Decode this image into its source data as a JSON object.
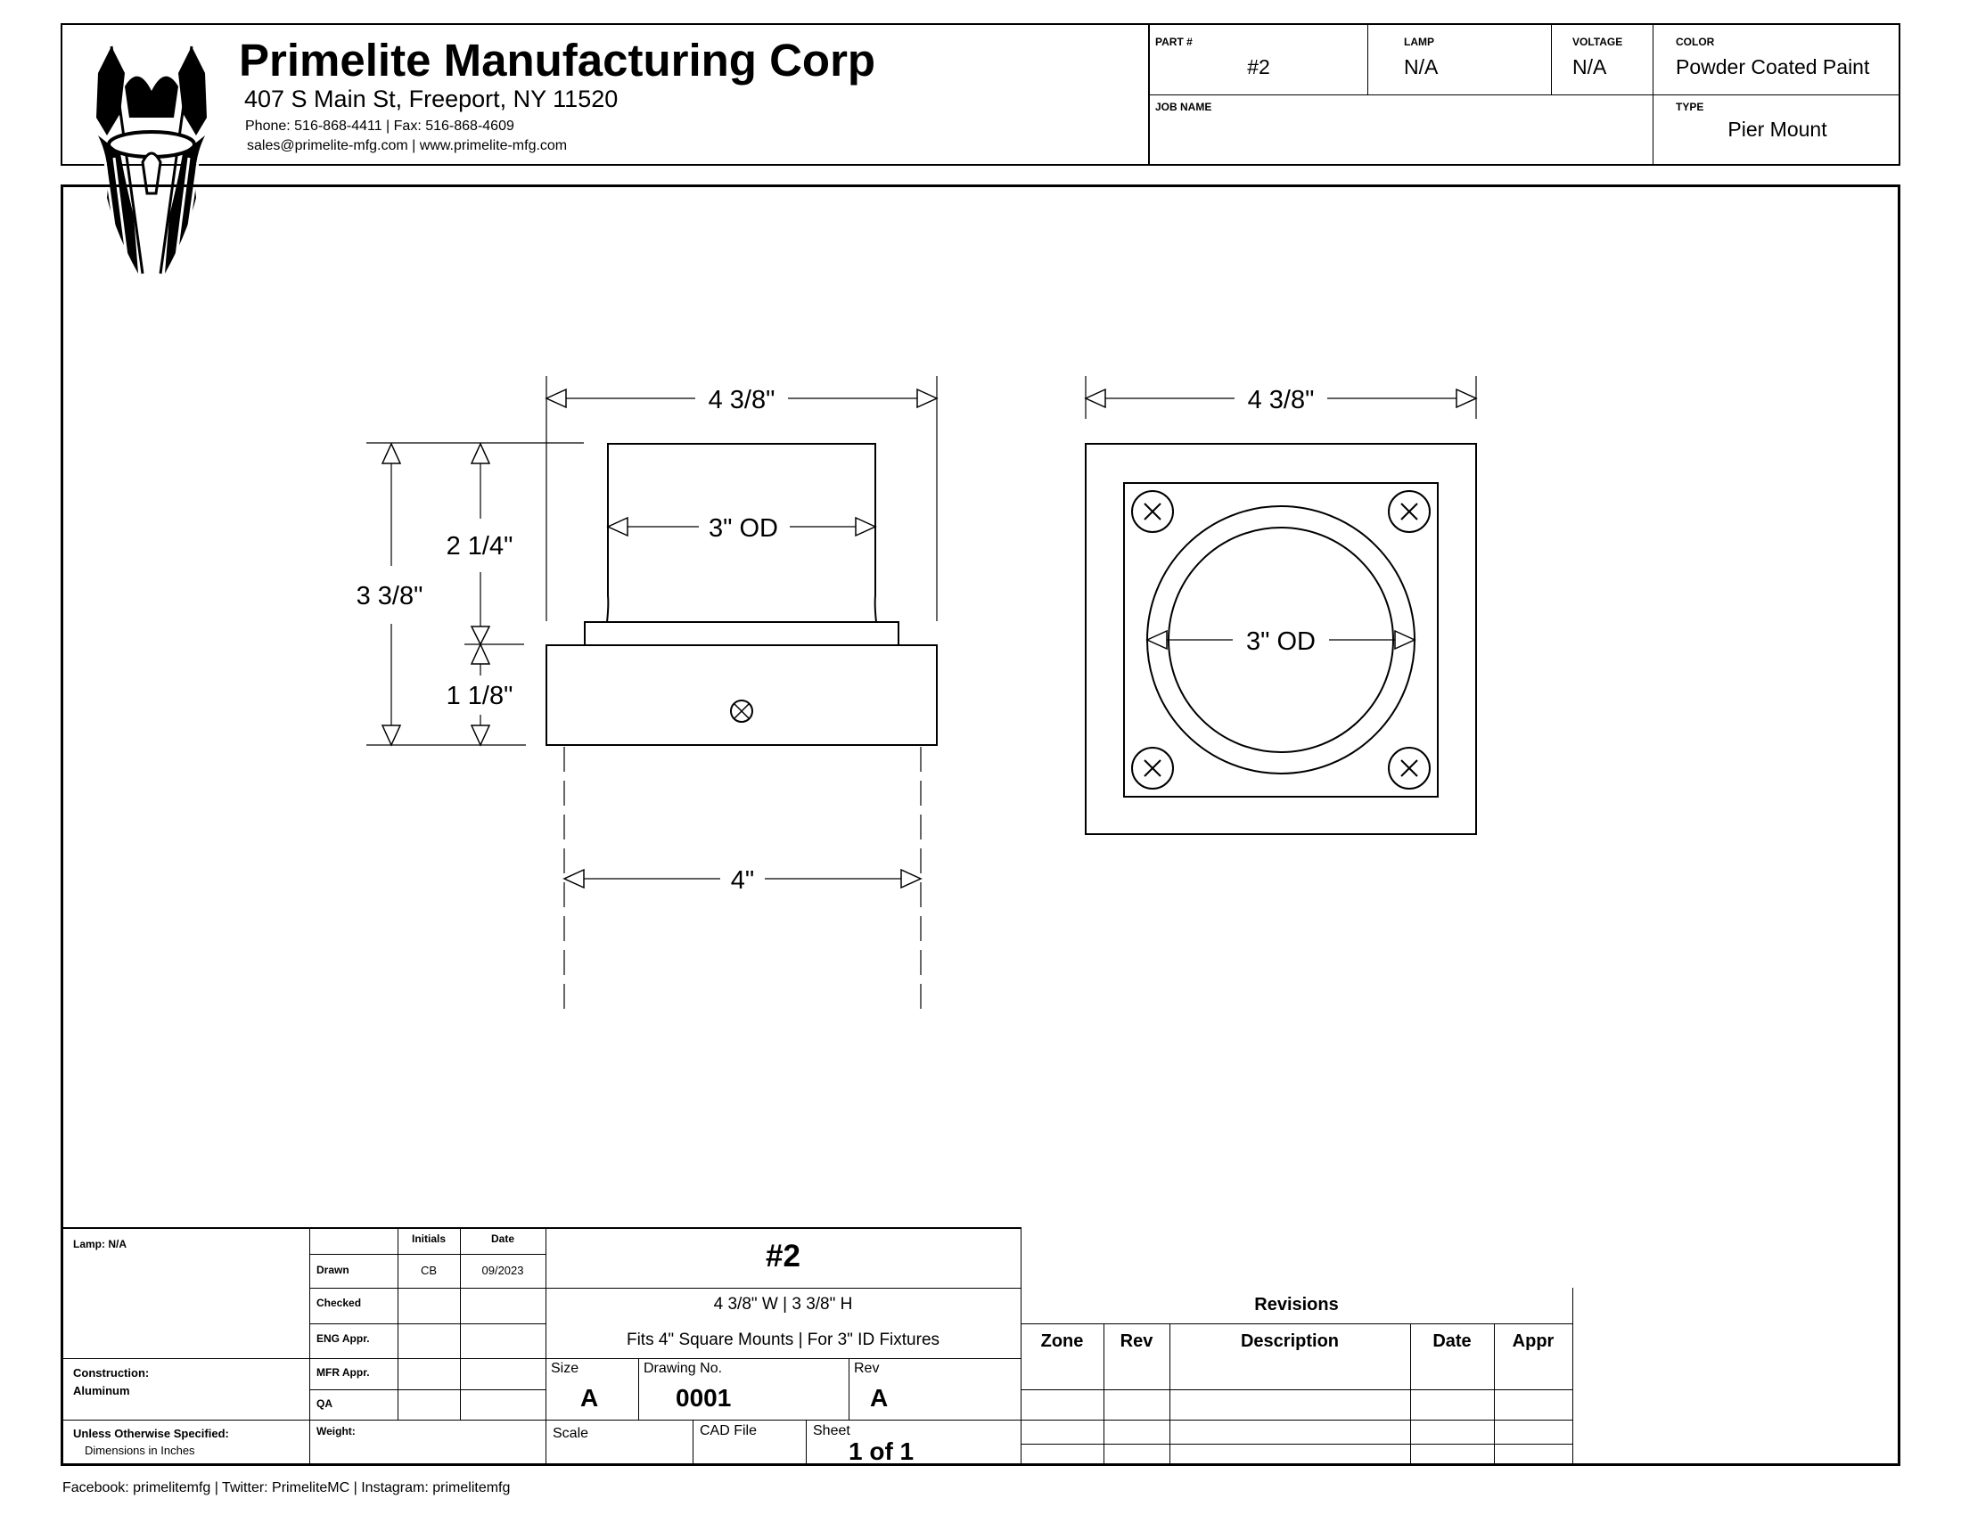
{
  "company": {
    "name": "Primelite Manufacturing Corp",
    "address": "407 S Main St, Freeport, NY 11520",
    "phone_line": "Phone: 516-868-4411 | Fax: 516-868-4609",
    "web_line": "sales@primelite-mfg.com | www.primelite-mfg.com"
  },
  "header_fields": {
    "part_label": "PART #",
    "part_value": "#2",
    "lamp_label": "LAMP",
    "lamp_value": "N/A",
    "voltage_label": "VOLTAGE",
    "voltage_value": "N/A",
    "color_label": "COLOR",
    "color_value": "Powder Coated Paint",
    "job_label": "JOB NAME",
    "job_value": "",
    "type_label": "TYPE",
    "type_value": "Pier Mount"
  },
  "drawing": {
    "side_view": {
      "overall_width": "4 3/8\"",
      "overall_height": "3 3/8\"",
      "upper_height": "2 1/4\"",
      "lower_height": "1 1/8\"",
      "tube_od": "3\" OD",
      "bottom_width": "4\""
    },
    "top_view": {
      "overall_width": "4 3/8\"",
      "tube_od": "3\" OD"
    }
  },
  "title_block": {
    "lamp": "Lamp: N/A",
    "construction_label": "Construction:",
    "construction_value": "Aluminum",
    "unless_label": "Unless Otherwise Specified:",
    "unless_value": "Dimensions in Inches",
    "col_initials": "Initials",
    "col_date": "Date",
    "rows": [
      {
        "label": "Drawn",
        "initials": "CB",
        "date": "09/2023"
      },
      {
        "label": "Checked",
        "initials": "",
        "date": ""
      },
      {
        "label": "ENG Appr.",
        "initials": "",
        "date": ""
      },
      {
        "label": "MFR Appr.",
        "initials": "",
        "date": ""
      },
      {
        "label": "QA",
        "initials": "",
        "date": ""
      }
    ],
    "weight_label": "Weight:",
    "part_title": "#2",
    "desc1": "4 3/8\" W | 3 3/8\" H",
    "desc2": "Fits 4\" Square Mounts | For 3\" ID Fixtures",
    "size_label": "Size",
    "size_value": "A",
    "drawing_no_label": "Drawing  No.",
    "drawing_no_value": "0001",
    "rev_label": "Rev",
    "rev_value": "A",
    "scale_label": "Scale",
    "cad_label": "CAD File",
    "sheet_label": "Sheet",
    "sheet_value": "1 of 1"
  },
  "revisions": {
    "title": "Revisions",
    "columns": [
      "Zone",
      "Rev",
      "Description",
      "Date",
      "Appr"
    ]
  },
  "footer": "Facebook: primelitemfg | Twitter: PrimeliteMC | Instagram: primelitemfg"
}
